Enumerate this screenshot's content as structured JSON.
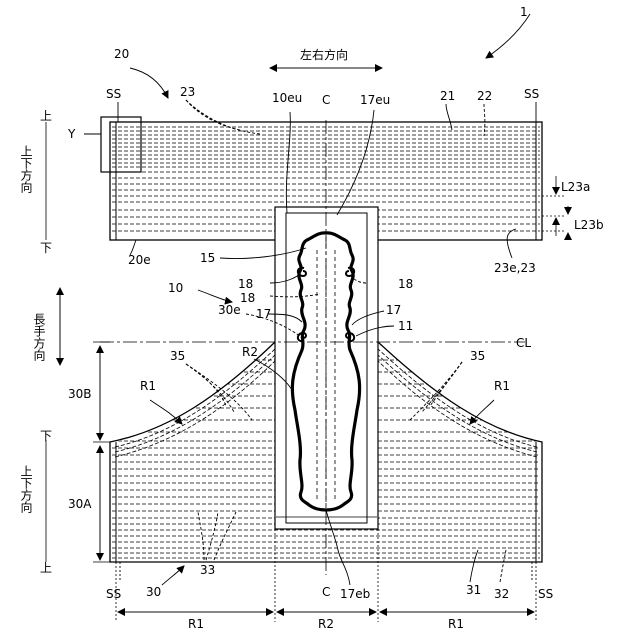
{
  "labels": {
    "fig_no": "1",
    "ref_20": "20",
    "ref_23_top": "23",
    "ref_ss_tl": "SS",
    "ref_y": "Y",
    "ref_10eu": "10eu",
    "ref_c_top": "C",
    "ref_17eu": "17eu",
    "ref_21": "21",
    "ref_22": "22",
    "ref_ss_tr": "SS",
    "dir_lr": "左右方向",
    "l23a": "L23a",
    "l23b": "L23b",
    "ref_20e": "20e",
    "ref_15": "15",
    "ref_18_l1": "18",
    "ref_18_l2": "18",
    "ref_18_r": "18",
    "ref_10": "10",
    "ref_30e": "30e",
    "ref_17_l": "17",
    "ref_17_r": "17",
    "ref_11": "11",
    "ref_23e": "23e,23",
    "dir_long": "長手方向",
    "ref_cl": "CL",
    "ref_35_l": "35",
    "ref_r2": "R2",
    "ref_35_r": "35",
    "ref_r1_l": "R1",
    "ref_r1_r": "R1",
    "ref_30b": "30B",
    "ref_30a": "30A",
    "ref_ss_bl": "SS",
    "ref_33": "33",
    "ref_30": "30",
    "ref_c_bot": "C",
    "ref_17eb": "17eb",
    "ref_31": "31",
    "ref_32": "32",
    "ref_ss_br": "SS",
    "dim_r1_l": "R1",
    "dim_r2": "R2",
    "dim_r1_r": "R1",
    "ud_top_up": "上",
    "ud_top_label": "上下方向",
    "ud_top_down": "下",
    "ud_bot_down": "下",
    "ud_bot_label": "上下方向",
    "ud_bot_up": "上"
  }
}
